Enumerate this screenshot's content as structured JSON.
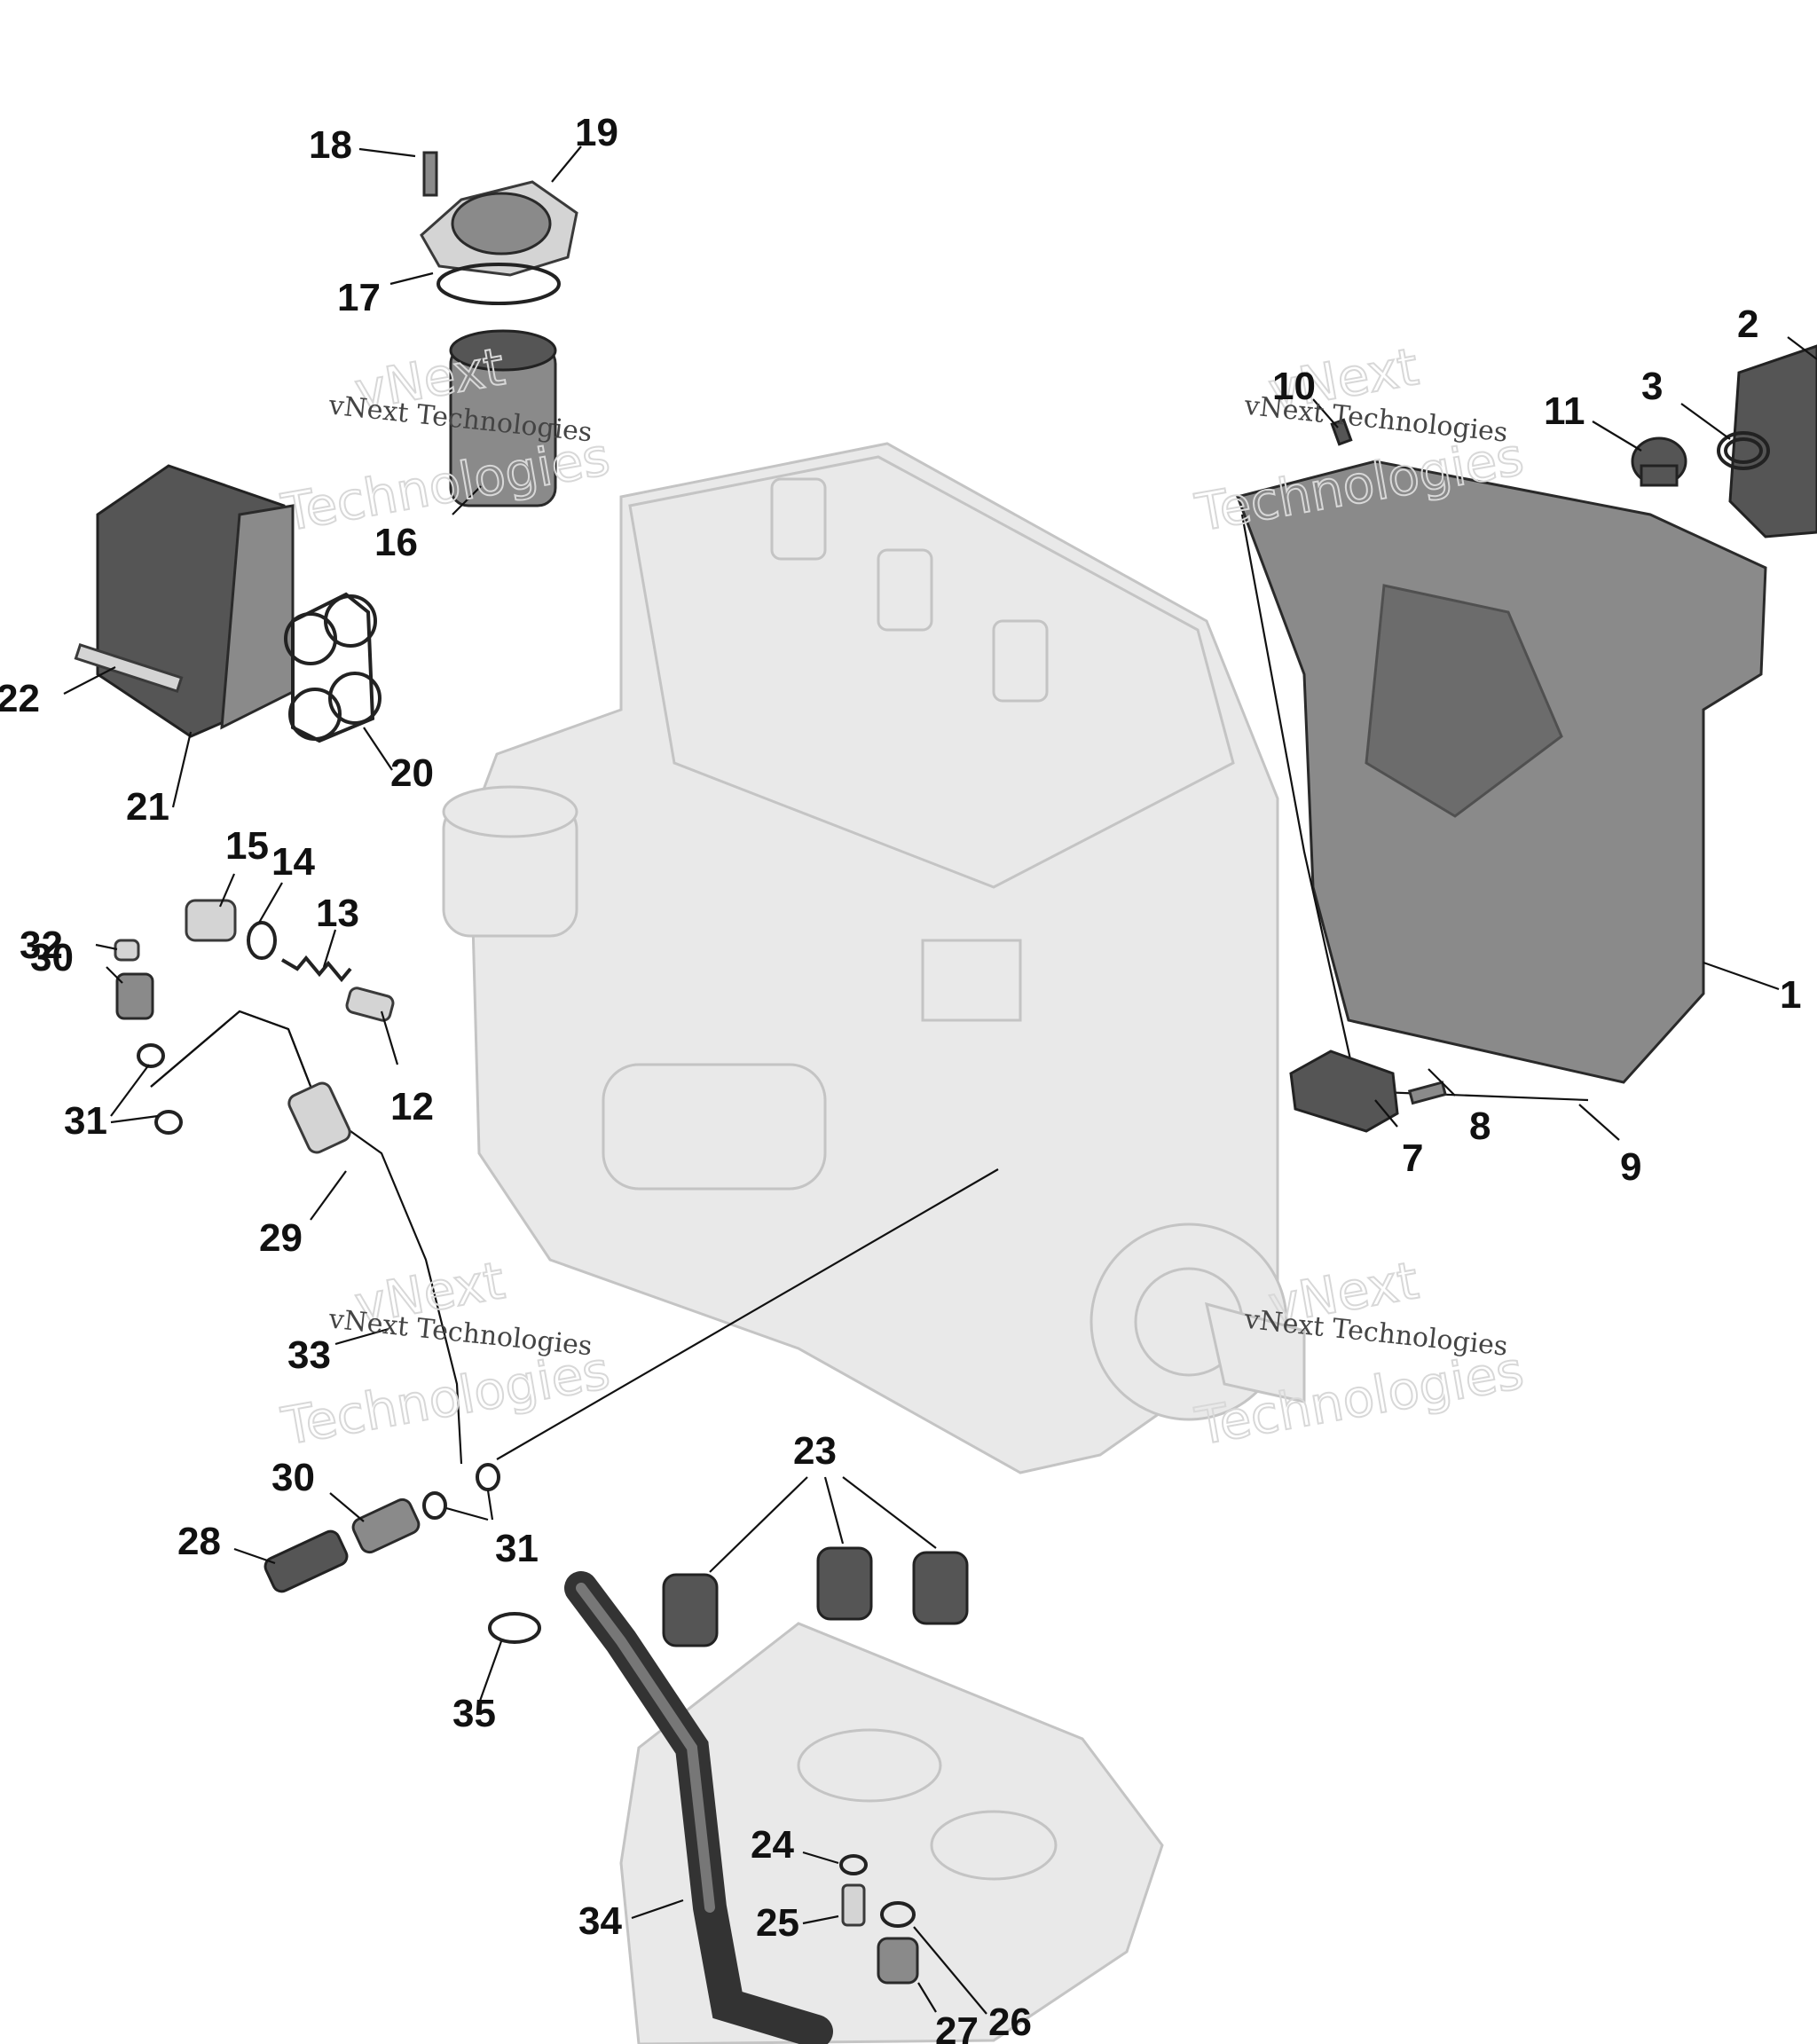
{
  "watermark": {
    "brand": "vNext",
    "word": "Technologies",
    "line": "vNext Technologies"
  },
  "callouts": [
    {
      "id": "1",
      "label": "1"
    },
    {
      "id": "2",
      "label": "2"
    },
    {
      "id": "3",
      "label": "3"
    },
    {
      "id": "7",
      "label": "7"
    },
    {
      "id": "8",
      "label": "8"
    },
    {
      "id": "9",
      "label": "9"
    },
    {
      "id": "10",
      "label": "10"
    },
    {
      "id": "11",
      "label": "11"
    },
    {
      "id": "12",
      "label": "12"
    },
    {
      "id": "13",
      "label": "13"
    },
    {
      "id": "14",
      "label": "14"
    },
    {
      "id": "15",
      "label": "15"
    },
    {
      "id": "16",
      "label": "16"
    },
    {
      "id": "17",
      "label": "17"
    },
    {
      "id": "18",
      "label": "18"
    },
    {
      "id": "19",
      "label": "19"
    },
    {
      "id": "20",
      "label": "20"
    },
    {
      "id": "21",
      "label": "21"
    },
    {
      "id": "22",
      "label": "22"
    },
    {
      "id": "23",
      "label": "23"
    },
    {
      "id": "24",
      "label": "24"
    },
    {
      "id": "25",
      "label": "25"
    },
    {
      "id": "26",
      "label": "26"
    },
    {
      "id": "27",
      "label": "27"
    },
    {
      "id": "28",
      "label": "28"
    },
    {
      "id": "29",
      "label": "29"
    },
    {
      "id": "30a",
      "label": "30"
    },
    {
      "id": "30b",
      "label": "30"
    },
    {
      "id": "31a",
      "label": "31"
    },
    {
      "id": "31b",
      "label": "31"
    },
    {
      "id": "32",
      "label": "32"
    },
    {
      "id": "33",
      "label": "33"
    },
    {
      "id": "34",
      "label": "34"
    },
    {
      "id": "35",
      "label": "35"
    }
  ]
}
